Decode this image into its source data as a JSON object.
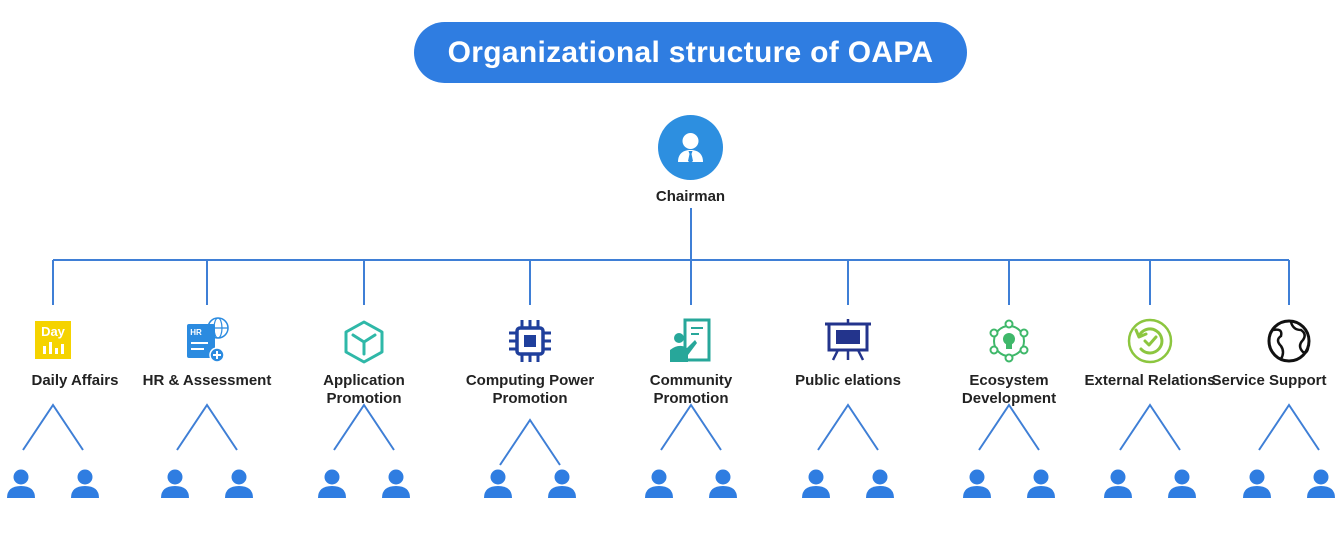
{
  "title": "Organizational structure of OAPA",
  "chairman": {
    "label": "Chairman",
    "icon": "person-with-tie-icon"
  },
  "colors": {
    "title_bg": "#2f7de1",
    "line": "#3f7fd6",
    "member": "#2f7de1"
  },
  "departments": [
    {
      "label": "Daily Affairs",
      "icon": "calendar-day-icon",
      "icon_color": "#f5d300",
      "icon_text": "Day"
    },
    {
      "label": "HR & Assessment",
      "icon": "hr-document-globe-icon",
      "icon_color": "#2b8be0",
      "icon_text": "HR"
    },
    {
      "label": "Application Promotion",
      "icon": "cube-icon",
      "icon_color": "#2fb8a8"
    },
    {
      "label": "Computing Power Promotion",
      "icon": "chip-icon",
      "icon_color": "#1f3f9c"
    },
    {
      "label": "Community Promotion",
      "icon": "presenter-board-icon",
      "icon_color": "#27a79a"
    },
    {
      "label": "Public elations",
      "icon": "easel-board-icon",
      "icon_color": "#23348c"
    },
    {
      "label": "Ecosystem Development",
      "icon": "network-lightbulb-icon",
      "icon_color": "#3fb86a"
    },
    {
      "label": "External Relations",
      "icon": "refresh-check-icon",
      "icon_color": "#8cc63f"
    },
    {
      "label": "Service Support",
      "icon": "globe-icon",
      "icon_color": "#111111"
    }
  ]
}
